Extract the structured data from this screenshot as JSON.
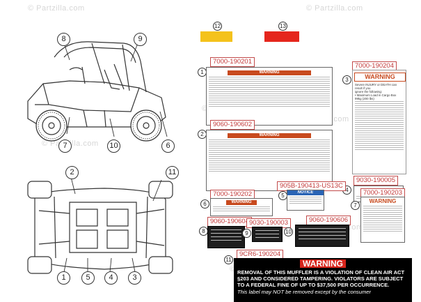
{
  "watermark": "© Partzilla.com",
  "callouts": {
    "c1": "1",
    "c2": "2",
    "c3": "3",
    "c4": "4",
    "c5": "5",
    "c6": "6",
    "c7": "7",
    "c8": "8",
    "c9": "9",
    "c10": "10",
    "c11": "11",
    "c12": "12",
    "c13": "13",
    "l1": "1",
    "l2": "2",
    "l3": "3",
    "l4": "4",
    "l5": "5",
    "l6": "6",
    "l7": "7",
    "l8": "8",
    "l9": "9",
    "l10": "10",
    "l11": "11"
  },
  "part_numbers": {
    "p1": "7000-190201",
    "p2": "9060-190602",
    "p3": "7000-190204",
    "p4": "9030-190005",
    "p5": "905B-190413-US13C",
    "p6": "7000-190202",
    "p7": "7000-190203",
    "p8": "9060-190604",
    "p9": "9030-190003",
    "p10": "9060-190606",
    "p11": "9CR6-190204"
  },
  "decal_text": {
    "warning": "WARNING",
    "notice": "NOTICE",
    "muffler_line1": "REMOVAL OF THIS MUFFLER IS A VIOLATION OF CLEAN AIR ACT",
    "muffler_line2": "§203 AND CONSIDERED TAMPERING. VIOLATORS ARE SUBJECT",
    "muffler_line3": "TO A FEDERAL FINE OF UP TO $37,500 PER OCCURRENCE.",
    "muffler_line4": "This label may NOT be removed except by the consumer",
    "cargo1": "Severe INJURY or DEATH can result if you",
    "cargo2": "ignore the following:",
    "cargo3": "• Maximum Load in Cargo Box",
    "cargo4": "99kg (200 lbs)"
  },
  "colors": {
    "swatch_yellow": "#f4c21c",
    "swatch_red": "#e5261d",
    "decal_orange": "#c84a1e",
    "pn_red": "#c23a3a"
  }
}
